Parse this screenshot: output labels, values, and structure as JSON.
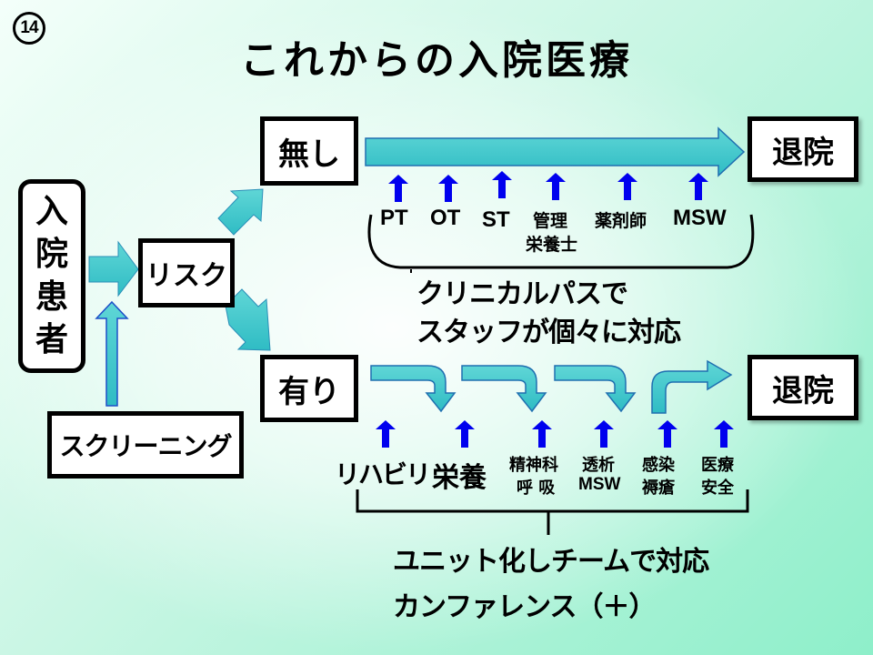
{
  "slide_number": "14",
  "title": "これからの入院医療",
  "colors": {
    "flow_arrow_fill": "#3cc8c8",
    "flow_arrow_stroke": "#1f6fb0",
    "staff_arrow": "#0000ee",
    "box_border": "#000000",
    "background_accent": "#8eefca"
  },
  "nodes": {
    "patient": [
      "入",
      "院",
      "患",
      "者"
    ],
    "risk": "リスク",
    "screening": "スクリーニング",
    "no_risk": "無し",
    "has_risk": "有り",
    "discharge_top": "退院",
    "discharge_bottom": "退院"
  },
  "top_path": {
    "staff": [
      "PT",
      "OT",
      "ST",
      "管理",
      "薬剤師",
      "MSW"
    ],
    "staff_sub": "栄養士",
    "caption_lines": [
      "クリニカルパスで",
      "スタッフが個々に対応"
    ]
  },
  "bottom_path": {
    "staff": [
      {
        "lines": [
          "リハビリ"
        ]
      },
      {
        "lines": [
          "栄養"
        ]
      },
      {
        "lines": [
          "精神科",
          "呼 吸"
        ]
      },
      {
        "lines": [
          "透析",
          "MSW"
        ]
      },
      {
        "lines": [
          "感染",
          "褥瘡"
        ]
      },
      {
        "lines": [
          "医療",
          "安全"
        ]
      }
    ],
    "caption_lines": [
      "ユニット化しチームで対応",
      "カンファレンス（＋）"
    ]
  }
}
